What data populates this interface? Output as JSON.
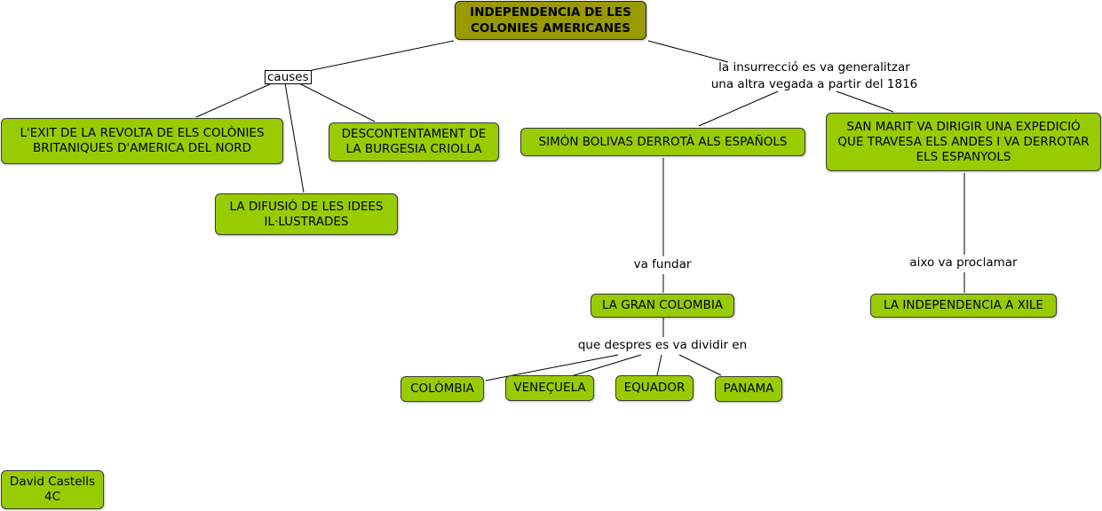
{
  "root": "INDEPENDENCIA DE LES COLONIES AMERICANES",
  "links": {
    "causes": "causes",
    "insurreccio_line1": "la insurrecció es va generalitzar",
    "insurreccio_line2": "una altra vegada a partir del 1816",
    "va_fundar": "va fundar",
    "aixo_va_proclamar": "aixo va proclamar",
    "despres_dividir": "que despres es va dividir en"
  },
  "concepts": {
    "exit_revolta": "L'EXIT DE LA REVOLTA DE ELS COLÒNIES BRITANIQUES D'AMERICA DEL NORD",
    "difusio_idees": "LA DIFUSIÓ DE LES IDEES IL·LUSTRADES",
    "descontentament": "DESCONTENTAMENT DE LA BURGESIA CRIOLLA",
    "simon_bolivar": "SIMÓN BOLIVAS DERROTÀ ALS ESPAÑOLS",
    "san_marit": "SAN MARIT VA DIRIGIR UNA EXPEDICIÓ QUE TRAVESA ELS ANDES I VA DERROTAR ELS ESPANYOLS",
    "gran_colombia": "LA GRAN COLOMBIA",
    "independencia_xile": "LA INDEPENDENCIA A XILE",
    "colombia": "COLÒMBIA",
    "venezuela": "VENEÇUELA",
    "equador": "EQUADOR",
    "panama": "PANAMA"
  },
  "author": {
    "name": "David Castells",
    "group": "4C"
  }
}
